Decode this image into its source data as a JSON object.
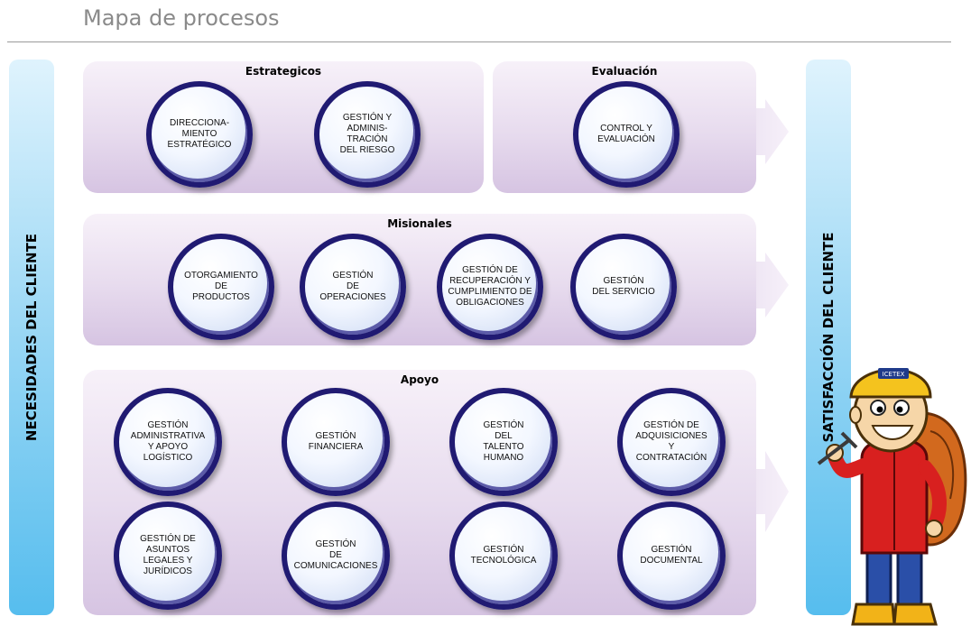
{
  "page": {
    "title": "Mapa de procesos"
  },
  "left_bar": {
    "label": "NECESIDADES DEL CLIENTE"
  },
  "right_bar": {
    "label": "SATISFACCIÓN DEL CLIENTE"
  },
  "panels": {
    "estrategicos": {
      "title": "Estrategicos",
      "items": [
        "DIRECCIONA-\nMIENTO\nESTRATÉGICO",
        "GESTIÓN Y\nADMINIS-\nTRACIÓN\nDEL RIESGO"
      ]
    },
    "evaluacion": {
      "title": "Evaluación",
      "items": [
        "CONTROL Y\nEVALUACIÓN"
      ]
    },
    "misionales": {
      "title": "Misionales",
      "items": [
        "OTORGAMIENTO\nDE\nPRODUCTOS",
        "GESTIÓN\nDE\nOPERACIONES",
        "GESTIÓN DE\nRECUPERACIÓN Y\nCUMPLIMIENTO DE\nOBLIGACIONES",
        "GESTIÓN\nDEL SERVICIO"
      ]
    },
    "apoyo": {
      "title": "Apoyo",
      "items": [
        "GESTIÓN\nADMINISTRATIVA\nY APOYO\nLOGÍSTICO",
        "GESTIÓN\nFINANCIERA",
        "GESTIÓN\nDEL\nTALENTO\nHUMANO",
        "GESTIÓN DE\nADQUISICIONES\nY\nCONTRATACIÓN",
        "GESTIÓN DE\nASUNTOS\nLEGALES Y\nJURÍDICOS",
        "GESTIÓN\nDE\nCOMUNICACIONES",
        "GESTIÓN\nTECNOLÓGICA",
        "GESTIÓN\nDOCUMENTAL"
      ]
    }
  },
  "mascot": {
    "helmet_text": "ICETEX"
  },
  "colors": {
    "circle_border": "#201a72",
    "side_bar": "#56bdee",
    "panel": "#e2d4ea",
    "title": "#8a8a8a"
  }
}
